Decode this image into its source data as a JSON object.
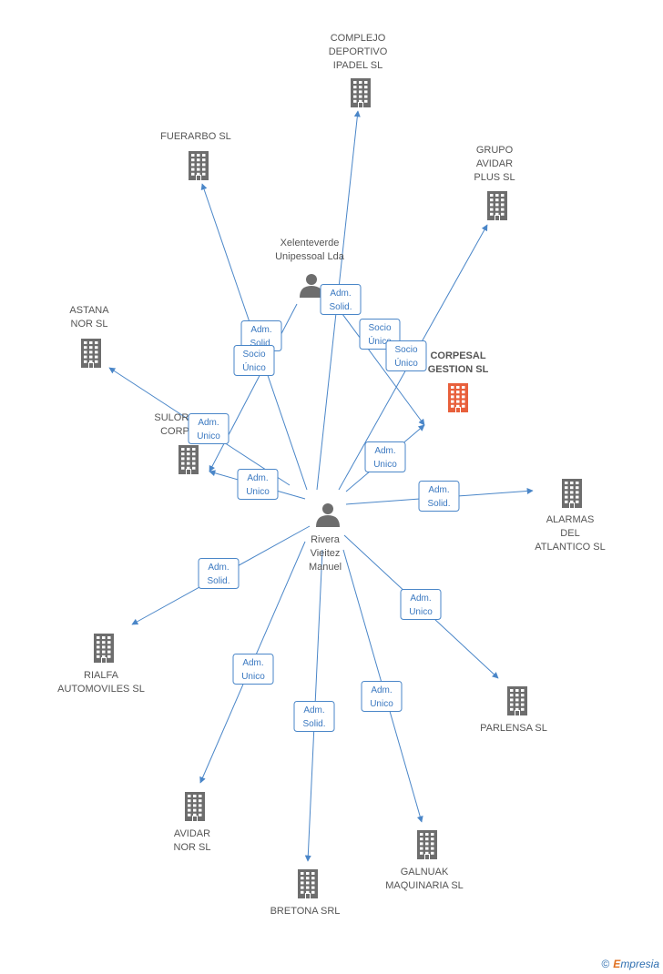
{
  "colors": {
    "edge": "#4a86c8",
    "building": "#6d6d6d",
    "highlight": "#e8603c",
    "person": "#6d6d6d"
  },
  "nodes": [
    {
      "id": "complejo",
      "type": "company",
      "lines": [
        "COMPLEJO",
        "DEPORTIVO",
        "IPADEL  SL"
      ]
    },
    {
      "id": "fuerarbo",
      "type": "company",
      "lines": [
        "FUERARBO SL"
      ]
    },
    {
      "id": "grupo",
      "type": "company",
      "lines": [
        "GRUPO",
        "AVIDAR",
        "PLUS SL"
      ]
    },
    {
      "id": "xelenteverde",
      "type": "person",
      "lines": [
        "Xelenteverde",
        "Unipessoal Lda"
      ]
    },
    {
      "id": "corpesal",
      "type": "company",
      "highlight": true,
      "lines": [
        "CORPESAL",
        "GESTION  SL"
      ]
    },
    {
      "id": "astana",
      "type": "company",
      "lines": [
        "ASTANA",
        "NOR SL"
      ]
    },
    {
      "id": "sulora",
      "type": "company",
      "lines": [
        "SULORA",
        "CORP"
      ]
    },
    {
      "id": "alarmas",
      "type": "company",
      "lines": [
        "ALARMAS",
        "DEL",
        "ATLANTICO  SL"
      ]
    },
    {
      "id": "rivera",
      "type": "person",
      "lines": [
        "Rivera",
        "Vieitez",
        "Manuel"
      ]
    },
    {
      "id": "rialfa",
      "type": "company",
      "lines": [
        "RIALFA",
        "AUTOMOVILES SL"
      ]
    },
    {
      "id": "parlensa",
      "type": "company",
      "lines": [
        "PARLENSA SL"
      ]
    },
    {
      "id": "avidar",
      "type": "company",
      "lines": [
        "AVIDAR",
        "NOR SL"
      ]
    },
    {
      "id": "galnuak",
      "type": "company",
      "lines": [
        "GALNUAK",
        "MAQUINARIA SL"
      ]
    },
    {
      "id": "bretona",
      "type": "company",
      "lines": [
        "BRETONA SRL"
      ]
    }
  ],
  "edges": [
    {
      "from": "rivera",
      "to": "complejo",
      "label": [
        "Adm.",
        "Solid."
      ]
    },
    {
      "from": "rivera",
      "to": "fuerarbo",
      "label": [
        "Adm.",
        "Solid."
      ]
    },
    {
      "from": "rivera",
      "to": "grupo",
      "label": []
    },
    {
      "from": "xelenteverde",
      "to": "sulora",
      "label": [
        "Socio",
        "Único"
      ]
    },
    {
      "from": "xelenteverde",
      "to": "corpesal",
      "label": [
        "Socio",
        "Único"
      ]
    },
    {
      "from": "rivera",
      "to": "corpesal",
      "label": [
        "Adm.",
        "Unico"
      ]
    },
    {
      "from": "rivera",
      "to": "astana",
      "label": [
        "Adm.",
        "Unico"
      ]
    },
    {
      "from": "rivera",
      "to": "sulora",
      "label": [
        "Adm.",
        "Unico"
      ]
    },
    {
      "from": "rivera",
      "to": "alarmas",
      "label": [
        "Adm.",
        "Solid."
      ]
    },
    {
      "from": "rivera",
      "to": "rialfa",
      "label": [
        "Adm.",
        "Solid."
      ]
    },
    {
      "from": "rivera",
      "to": "parlensa",
      "label": [
        "Adm.",
        "Unico"
      ]
    },
    {
      "from": "rivera",
      "to": "avidar",
      "label": [
        "Adm.",
        "Unico"
      ]
    },
    {
      "from": "rivera",
      "to": "galnuak",
      "label": [
        "Adm.",
        "Unico"
      ]
    },
    {
      "from": "rivera",
      "to": "bretona",
      "label": [
        "Adm.",
        "Solid."
      ]
    }
  ],
  "footer": {
    "copyright": "©",
    "brand_e": "E",
    "brand_rest": "mpresia"
  }
}
